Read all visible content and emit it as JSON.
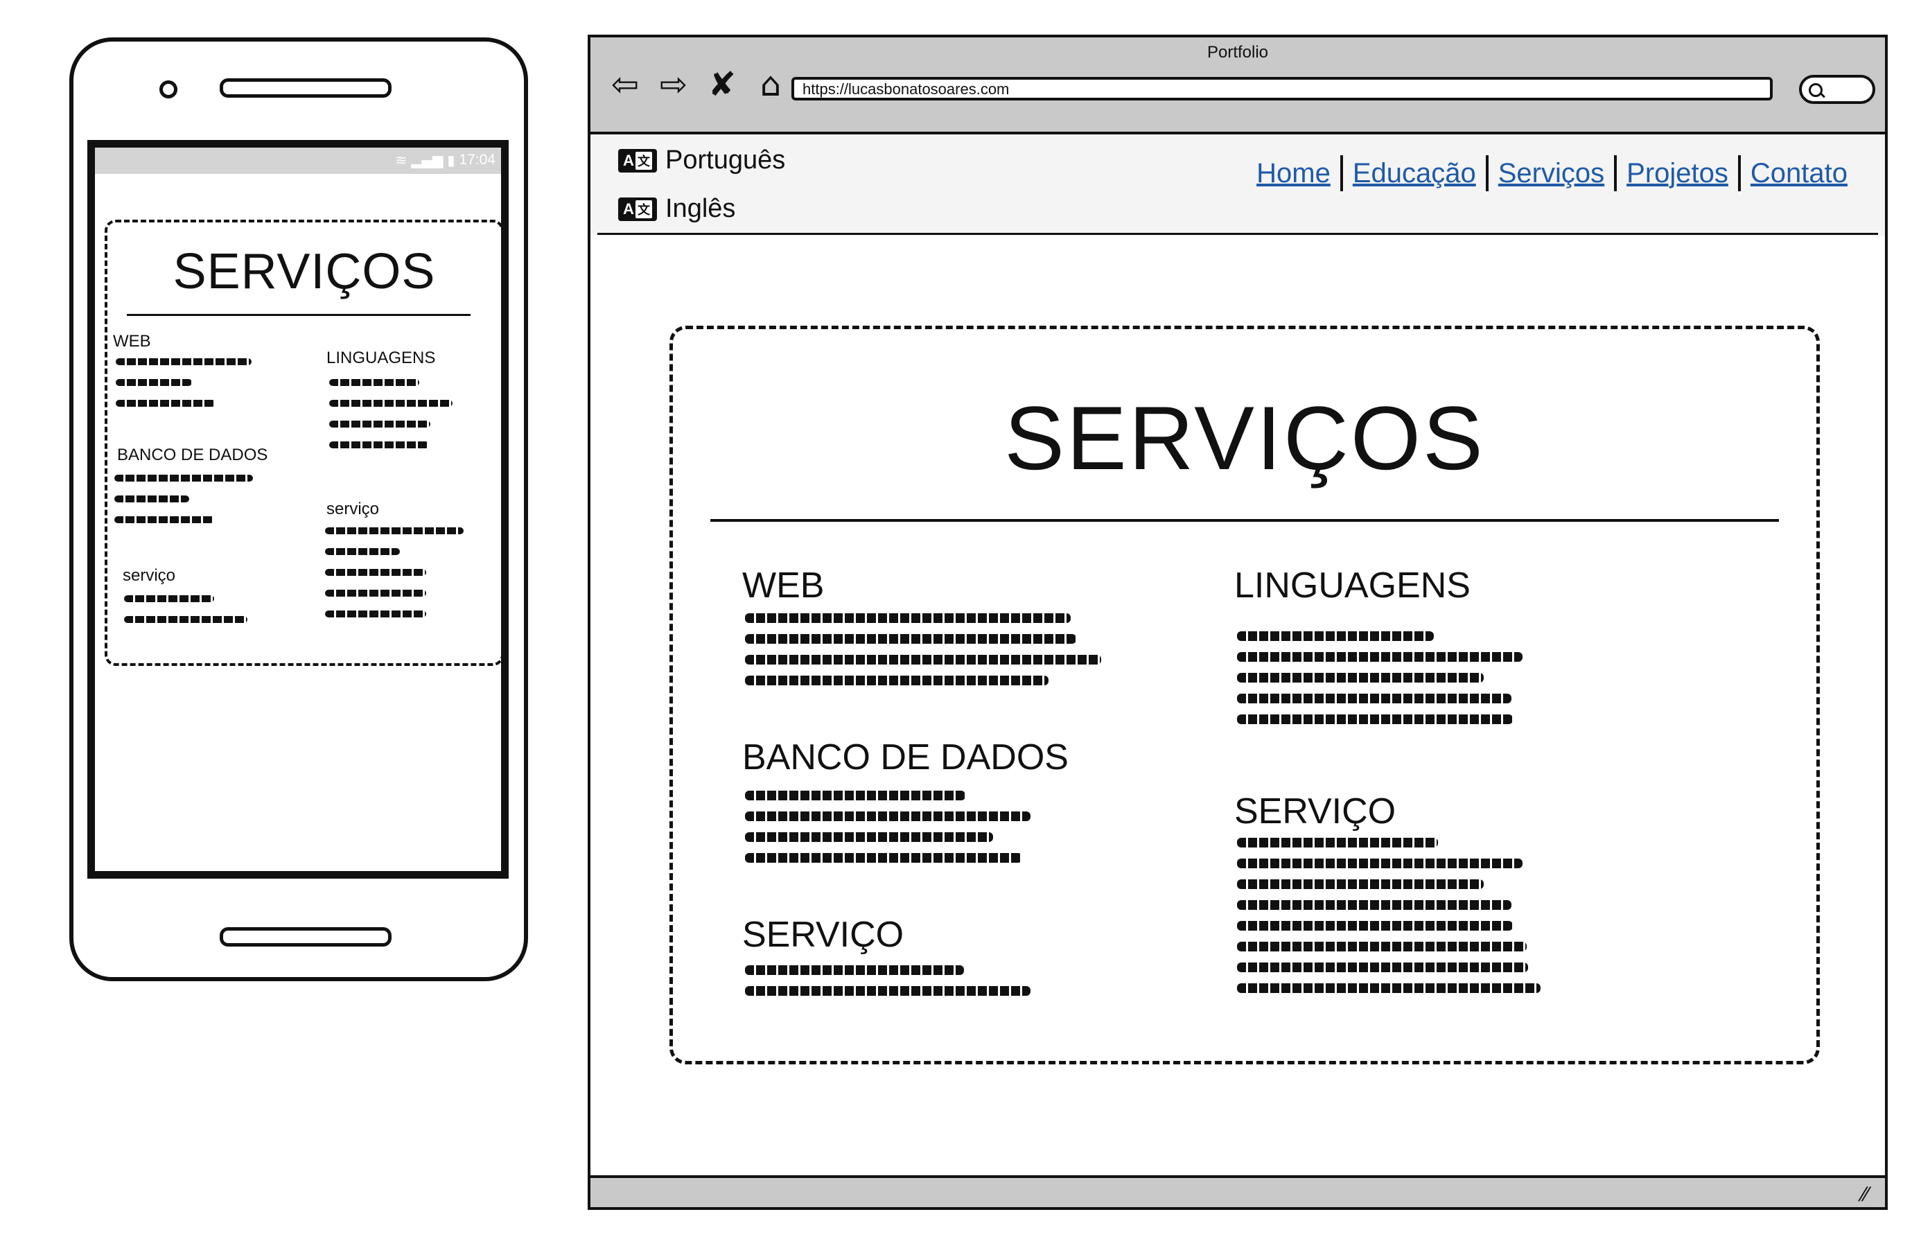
{
  "mobile": {
    "status_time": "17:04",
    "title": "SERVIÇOS",
    "sections": {
      "web": "WEB",
      "linguagens": "LINGUAGENS",
      "banco": "BANCO DE DADOS",
      "servico_left": "serviço",
      "servico_right": "serviço"
    }
  },
  "browser": {
    "window_title": "Portfolio",
    "url": "https://lucasbonatosoares.com",
    "languages": [
      "Português",
      "Inglês"
    ],
    "nav": [
      "Home",
      "Educação",
      "Serviços",
      "Projetos",
      "Contato"
    ],
    "title": "SERVIÇOS",
    "sections": {
      "web": "WEB",
      "linguagens": "LINGUAGENS",
      "banco": "BANCO DE DADOS",
      "servico_left": "SERVIÇO",
      "servico_right": "SERVIÇO"
    }
  },
  "icons": [
    "back-arrow-icon",
    "forward-arrow-icon",
    "stop-icon",
    "home-icon",
    "search-icon",
    "translate-icon",
    "wifi-icon",
    "signal-icon",
    "battery-icon",
    "resize-icon"
  ]
}
